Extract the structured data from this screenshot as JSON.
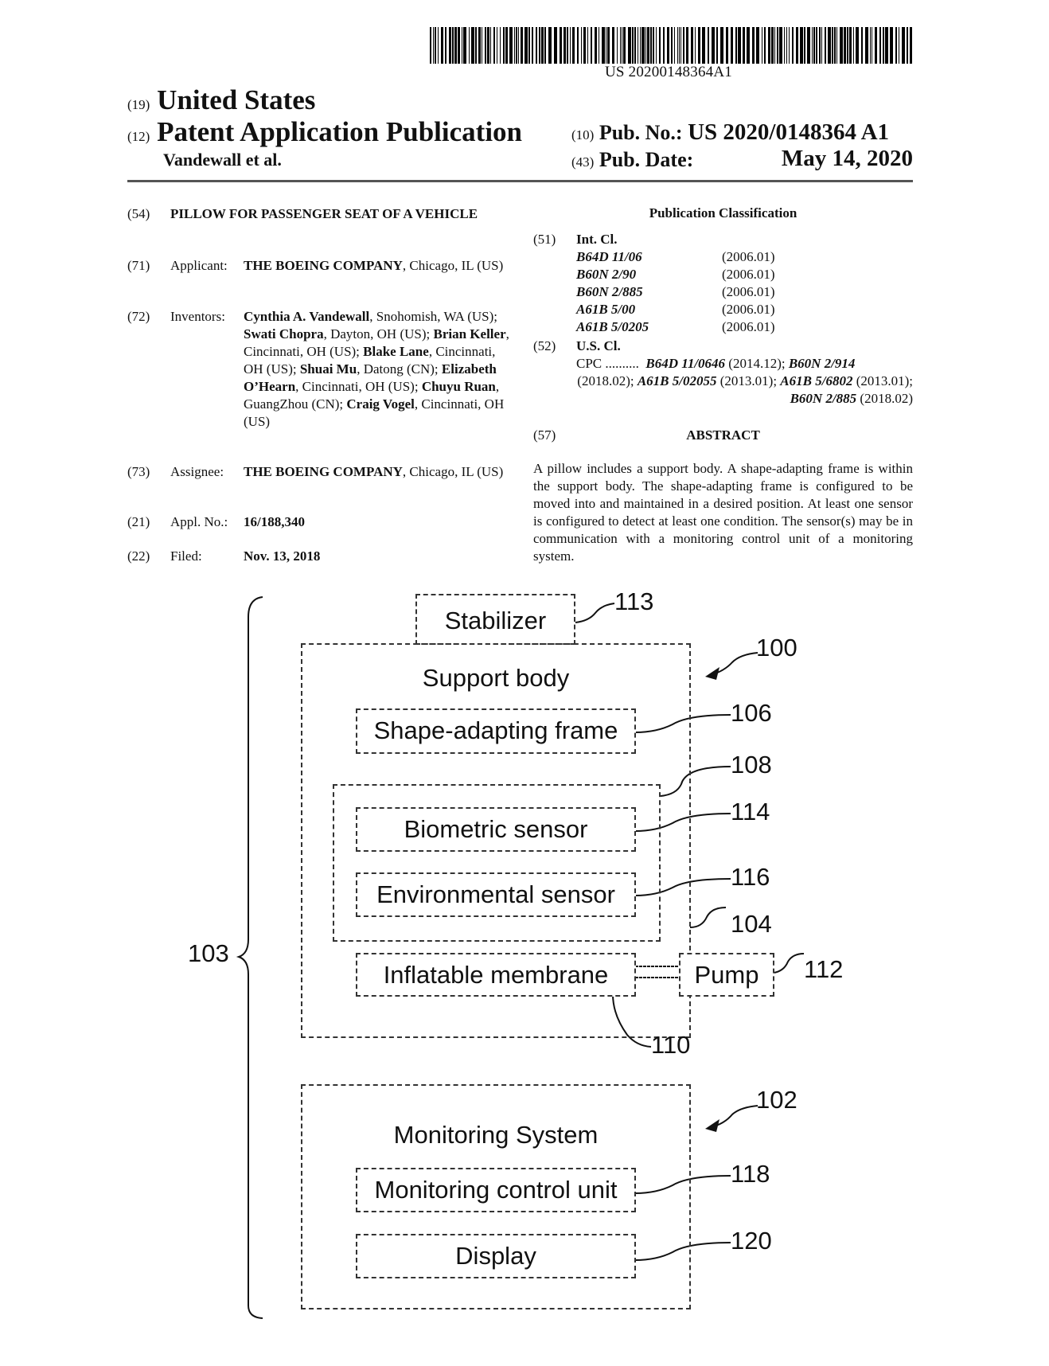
{
  "barcode": {
    "number": "US 20200148364A1"
  },
  "header": {
    "country_num": "(19)",
    "country": "United States",
    "pubtype_num": "(12)",
    "pubtype": "Patent Application Publication",
    "authors": "Vandewall et al.",
    "pubno_num": "(10)",
    "pubno_label": "Pub. No.:",
    "pubno": "US 2020/0148364 A1",
    "pubdate_num": "(43)",
    "pubdate_label": "Pub. Date:",
    "pubdate": "May 14, 2020"
  },
  "biblio": {
    "title": {
      "num": "(54)",
      "value": "PILLOW FOR PASSENGER SEAT OF A VEHICLE"
    },
    "applicant": {
      "num": "(71)",
      "label": "Applicant:",
      "name": "THE BOEING COMPANY",
      "location": ", Chicago, IL (US)"
    },
    "inventors": {
      "num": "(72)",
      "label": "Inventors:",
      "list": [
        {
          "name": "Cynthia A. Vandewall",
          "location": ", Snohomish, WA (US); "
        },
        {
          "name": "Swati Chopra",
          "location": ", Dayton, OH (US); "
        },
        {
          "name": "Brian Keller",
          "location": ", Cincinnati, OH (US); "
        },
        {
          "name": "Blake Lane",
          "location": ", Cincinnati, OH (US); "
        },
        {
          "name": "Shuai Mu",
          "location": ", Datong (CN); "
        },
        {
          "name": "Elizabeth O’Hearn",
          "location": ", Cincinnati, OH (US); "
        },
        {
          "name": "Chuyu Ruan",
          "location": ", GuangZhou (CN); "
        },
        {
          "name": "Craig Vogel",
          "location": ", Cincinnati, OH (US)"
        }
      ]
    },
    "assignee": {
      "num": "(73)",
      "label": "Assignee:",
      "name": "THE BOEING COMPANY",
      "location": ", Chicago, IL (US)"
    },
    "appl_no": {
      "num": "(21)",
      "label": "Appl. No.:",
      "value": "16/188,340"
    },
    "filed": {
      "num": "(22)",
      "label": "Filed:",
      "value": "Nov. 13, 2018"
    }
  },
  "classification": {
    "title": "Publication Classification",
    "int_cl": {
      "num": "(51)",
      "label": "Int. Cl.",
      "rows": [
        {
          "code": "B64D 11/06",
          "version": "(2006.01)"
        },
        {
          "code": "B60N 2/90",
          "version": "(2006.01)"
        },
        {
          "code": "B60N 2/885",
          "version": "(2006.01)"
        },
        {
          "code": "A61B 5/00",
          "version": "(2006.01)"
        },
        {
          "code": "A61B 5/0205",
          "version": "(2006.01)"
        }
      ]
    },
    "us_cl": {
      "num": "(52)",
      "label": "U.S. Cl.",
      "cpc_prefix": "CPC ..........",
      "cpc": [
        {
          "code": "B64D 11/0646",
          "version": " (2014.12); "
        },
        {
          "code": "B60N 2/914",
          "version": " (2018.02); "
        },
        {
          "code": "A61B 5/02055",
          "version": " (2013.01); "
        },
        {
          "code": "A61B 5/6802",
          "version": " (2013.01); "
        },
        {
          "code": "B60N 2/885",
          "version": " (2018.02)"
        }
      ]
    }
  },
  "abstract": {
    "num": "(57)",
    "title": "ABSTRACT",
    "text": "A pillow includes a support body. A shape-adapting frame is within the support body. The shape-adapting frame is configured to be moved into and maintained in a desired position. At least one sensor is configured to detect at least one condition. The sensor(s) may be in communication with a monitoring control unit of a monitoring system."
  },
  "figure": {
    "system_ref": "103",
    "blocks": {
      "stabilizer": {
        "label": "Stabilizer",
        "ref": "113"
      },
      "support_body": {
        "label": "Support body",
        "ref": "100",
        "border_ref": "104"
      },
      "shape_frame": {
        "label": "Shape-adapting frame",
        "ref": "106"
      },
      "sensor_group": {
        "ref": "108"
      },
      "biometric": {
        "label": "Biometric sensor",
        "ref": "114"
      },
      "environmental": {
        "label": "Environmental sensor",
        "ref": "116"
      },
      "membrane": {
        "label": "Inflatable membrane",
        "ref": "110"
      },
      "pump": {
        "label": "Pump",
        "ref": "112"
      },
      "monitoring": {
        "label": "Monitoring System",
        "ref": "102"
      },
      "control_unit": {
        "label": "Monitoring control unit",
        "ref": "118"
      },
      "display": {
        "label": "Display",
        "ref": "120"
      }
    }
  }
}
